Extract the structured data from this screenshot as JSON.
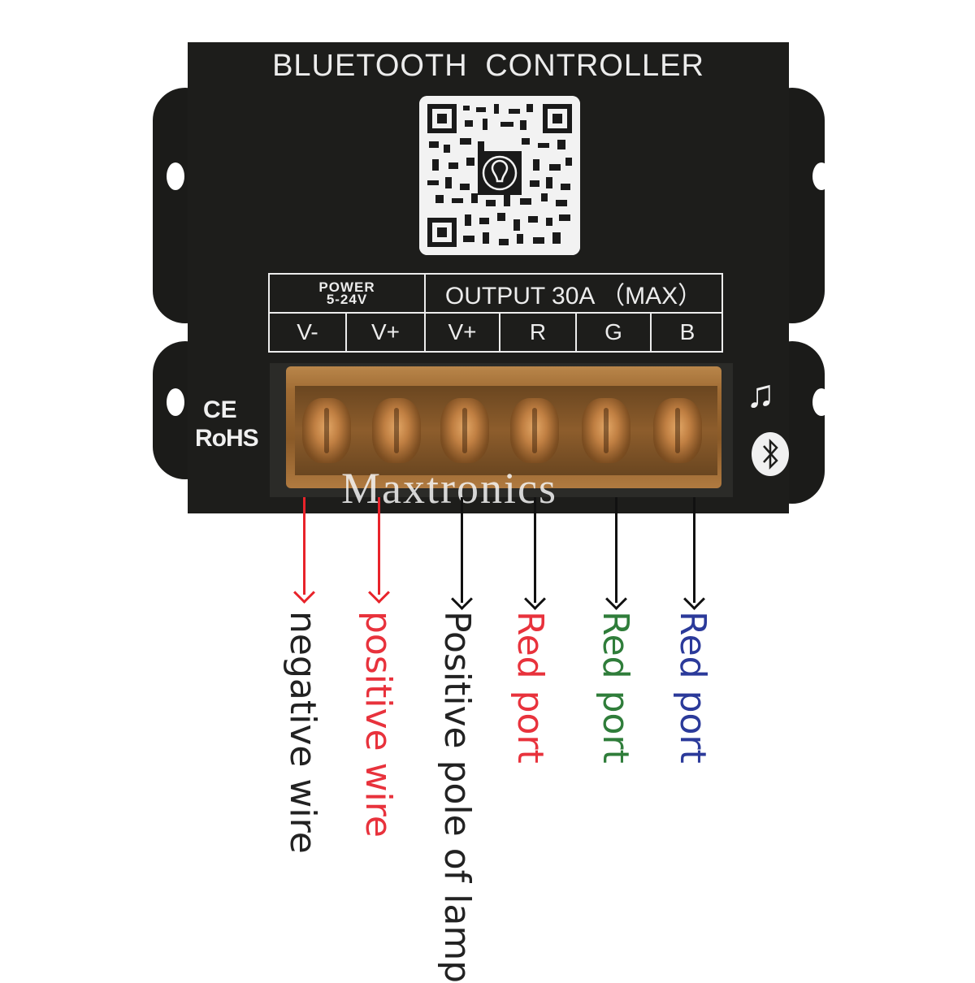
{
  "device": {
    "title": "BLUETOOTH  CONTROLLER",
    "qr_center_icon": "bulb-icon",
    "certifications": {
      "ce": "CE",
      "rohs": "RoHS"
    },
    "side_icons": [
      "music-note-icon",
      "bluetooth-icon"
    ],
    "watermark": "Maxtronics"
  },
  "label_table": {
    "power_header": "POWER",
    "power_range": "5-24V",
    "output_header": "OUTPUT 30A （MAX）",
    "terminals": [
      "V-",
      "V+",
      "V+",
      "R",
      "G",
      "B"
    ]
  },
  "wires": [
    {
      "terminal": "V-",
      "label": "negative wire",
      "arrow_color": "#e8232a",
      "text_color": "#222222"
    },
    {
      "terminal": "V+",
      "label": "positive wire",
      "arrow_color": "#e8232a",
      "text_color": "#e8323c"
    },
    {
      "terminal": "V+",
      "label": "Positive pole of lamp",
      "arrow_color": "#111111",
      "text_color": "#222222"
    },
    {
      "terminal": "R",
      "label": "Red port",
      "arrow_color": "#111111",
      "text_color": "#e8323c"
    },
    {
      "terminal": "G",
      "label": "Red port",
      "arrow_color": "#111111",
      "text_color": "#2f7d3a"
    },
    {
      "terminal": "B",
      "label": "Red port",
      "arrow_color": "#111111",
      "text_color": "#2b3a9a"
    }
  ]
}
